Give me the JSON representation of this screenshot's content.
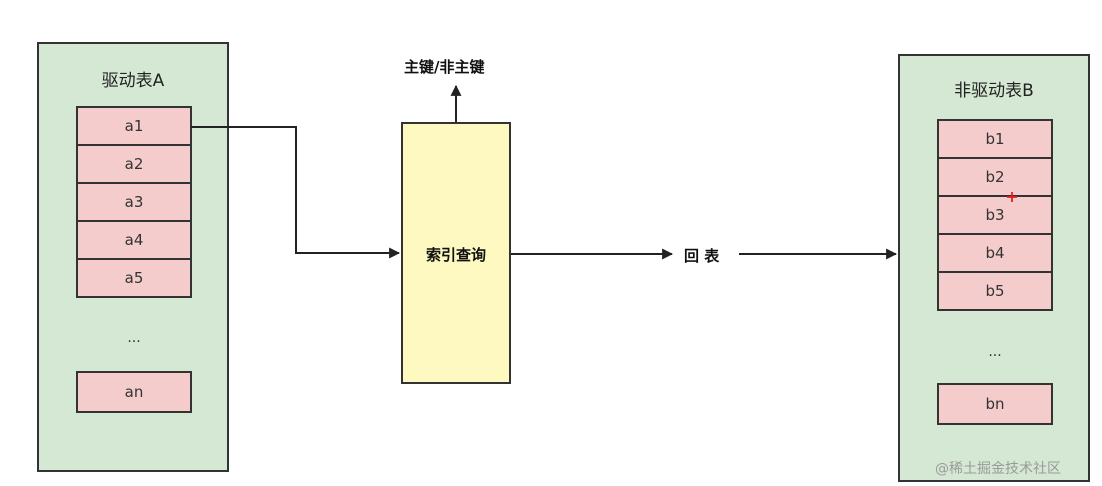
{
  "table_a": {
    "title": "驱动表A",
    "rows": [
      "a1",
      "a2",
      "a3",
      "a4",
      "a5"
    ],
    "ellipsis": "...",
    "last_row": "an"
  },
  "table_b": {
    "title": "非驱动表B",
    "rows": [
      "b1",
      "b2",
      "b3",
      "b4",
      "b5"
    ],
    "ellipsis": "...",
    "last_row": "bn"
  },
  "index_query": {
    "label": "索引查询"
  },
  "key_label": "主键/非主键",
  "back_to_table_label": "回 表",
  "watermark": "@稀土掘金技术社区",
  "colors": {
    "table_fill": "#d5e8d4",
    "row_fill": "#f5cccc",
    "index_fill": "#fdf9c0",
    "stroke": "#333333",
    "cursor_mark": "#e02020"
  },
  "icons": {
    "arrow_head": "filled-triangle",
    "cursor": "red-crosshair"
  }
}
